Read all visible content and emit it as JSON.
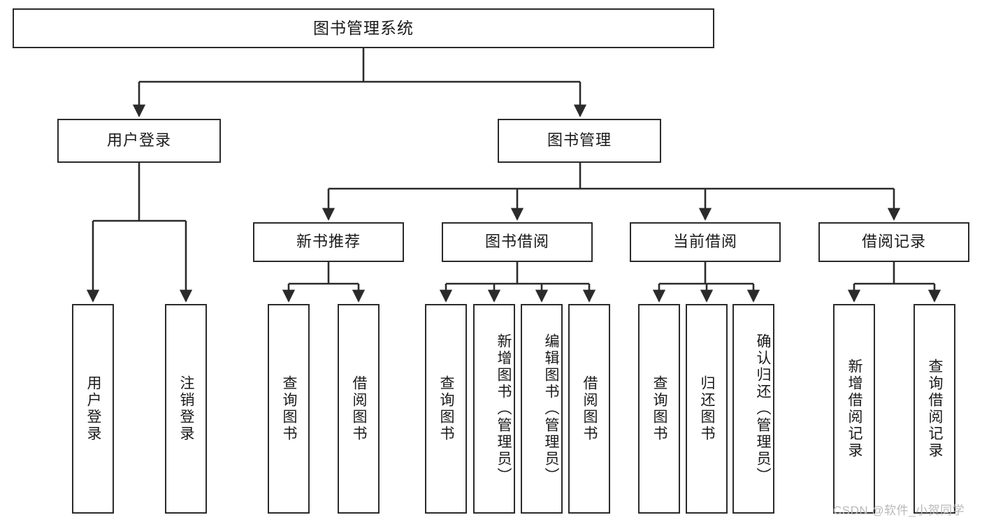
{
  "diagram": {
    "title": "图书管理系统",
    "type": "tree-flowchart",
    "colors": {
      "box_border": "#2b2b2b",
      "box_fill": "#ffffff",
      "connector": "#2b2b2b",
      "text": "#1a1a1a",
      "watermark": "#b9b9b9"
    },
    "levels": {
      "root": {
        "label": "图书管理系统"
      },
      "level2": [
        {
          "label": "用户登录"
        },
        {
          "label": "图书管理"
        }
      ],
      "level3": [
        {
          "label": "新书推荐"
        },
        {
          "label": "图书借阅"
        },
        {
          "label": "当前借阅"
        },
        {
          "label": "借阅记录"
        }
      ],
      "leaves_user_login": [
        {
          "label": "用户登录"
        },
        {
          "label": "注销登录"
        }
      ],
      "leaves_new_book": [
        {
          "label": "查询图书"
        },
        {
          "label": "借阅图书"
        }
      ],
      "leaves_borrow": [
        {
          "label": "查询图书"
        },
        {
          "label": "新增图书（管理员）"
        },
        {
          "label": "编辑图书（管理员）"
        },
        {
          "label": "借阅图书"
        }
      ],
      "leaves_current": [
        {
          "label": "查询图书"
        },
        {
          "label": "归还图书"
        },
        {
          "label": "确认归还（管理员）"
        }
      ],
      "leaves_records": [
        {
          "label": "新增借阅记录"
        },
        {
          "label": "查询借阅记录"
        }
      ]
    },
    "watermark": "CSDN @软件_小贺同学"
  }
}
